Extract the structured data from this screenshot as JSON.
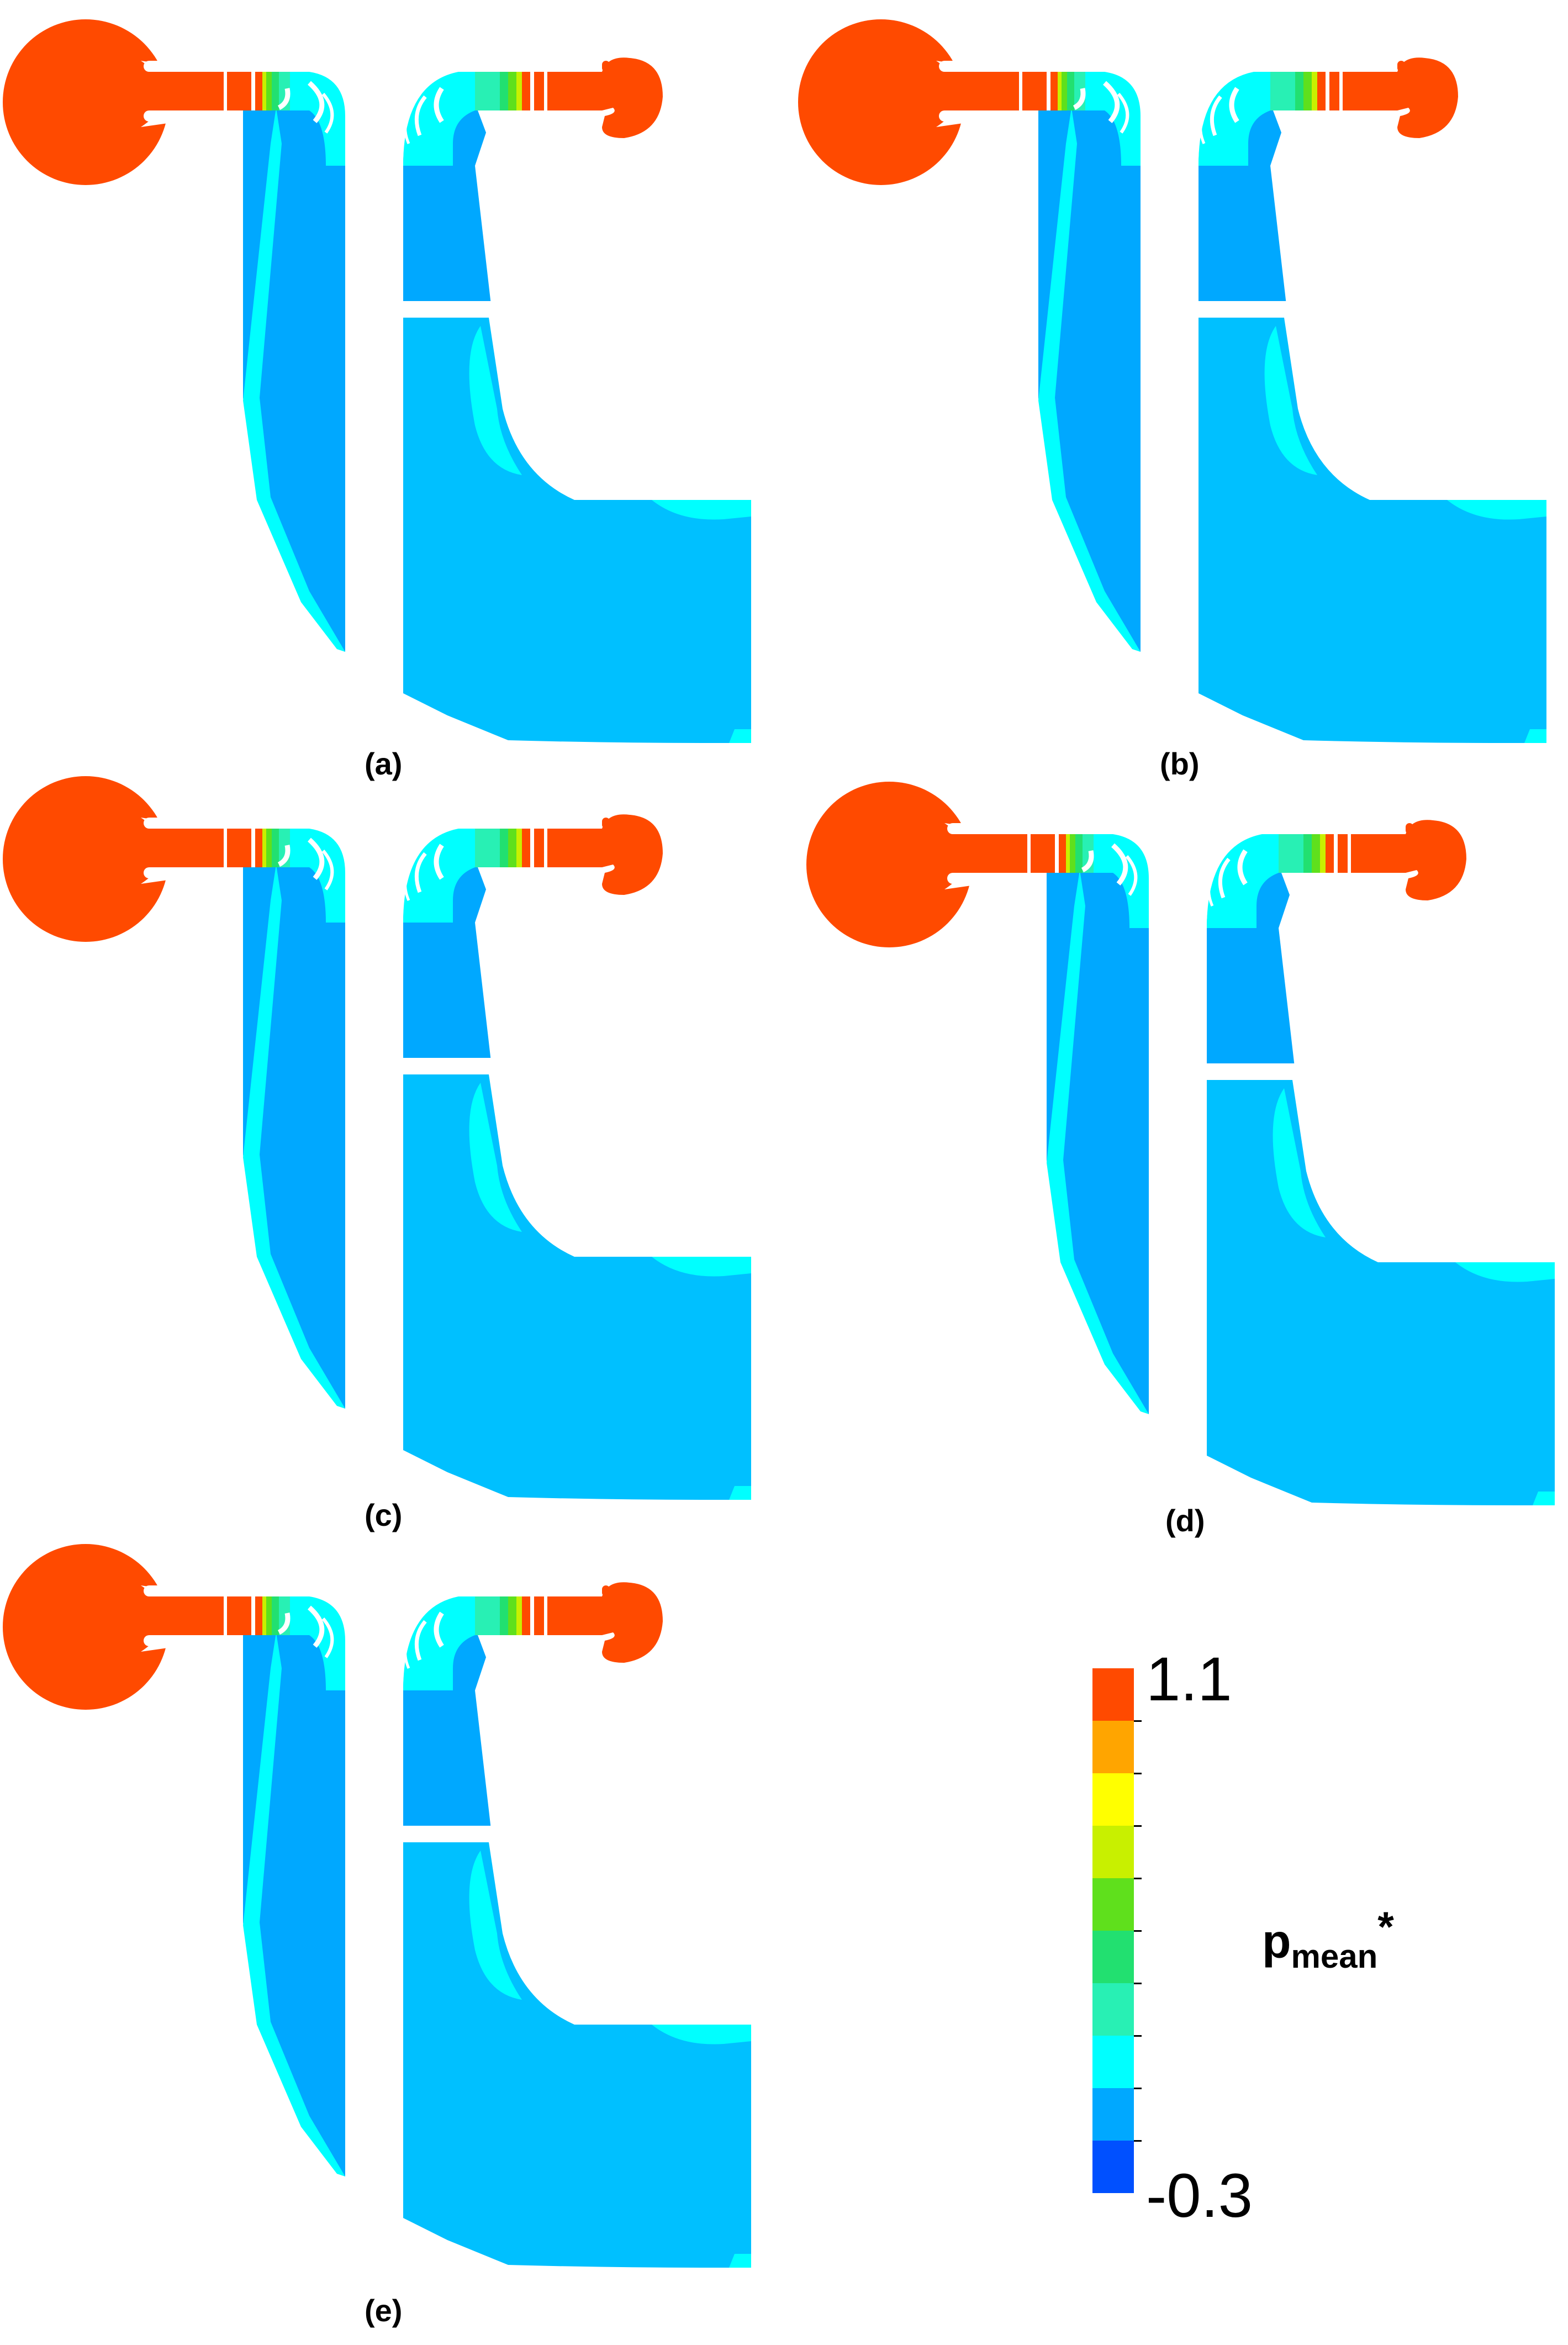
{
  "panels": [
    {
      "label": "(a)"
    },
    {
      "label": "(b)"
    },
    {
      "label": "(c)"
    },
    {
      "label": "(d)"
    },
    {
      "label": "(e)"
    }
  ],
  "legend": {
    "variable": "p",
    "subscript": "mean",
    "superscript": "*",
    "max_label": "1.1",
    "min_label": "-0.3",
    "colors_top_to_bottom": [
      "#ff4a00",
      "#ffa500",
      "#ffff00",
      "#c8f000",
      "#5fe01c",
      "#22e070",
      "#28f0b4",
      "#00ffff",
      "#00a8ff",
      "#0050ff"
    ]
  },
  "colors": {
    "high": "#ff4a00",
    "casing": "#00c0ff",
    "blade_region": "#00a8ff",
    "low_highlight": "#00ffff",
    "mid": "#28f0b4",
    "green": "#22e070",
    "yellow_green": "#c8f000"
  }
}
